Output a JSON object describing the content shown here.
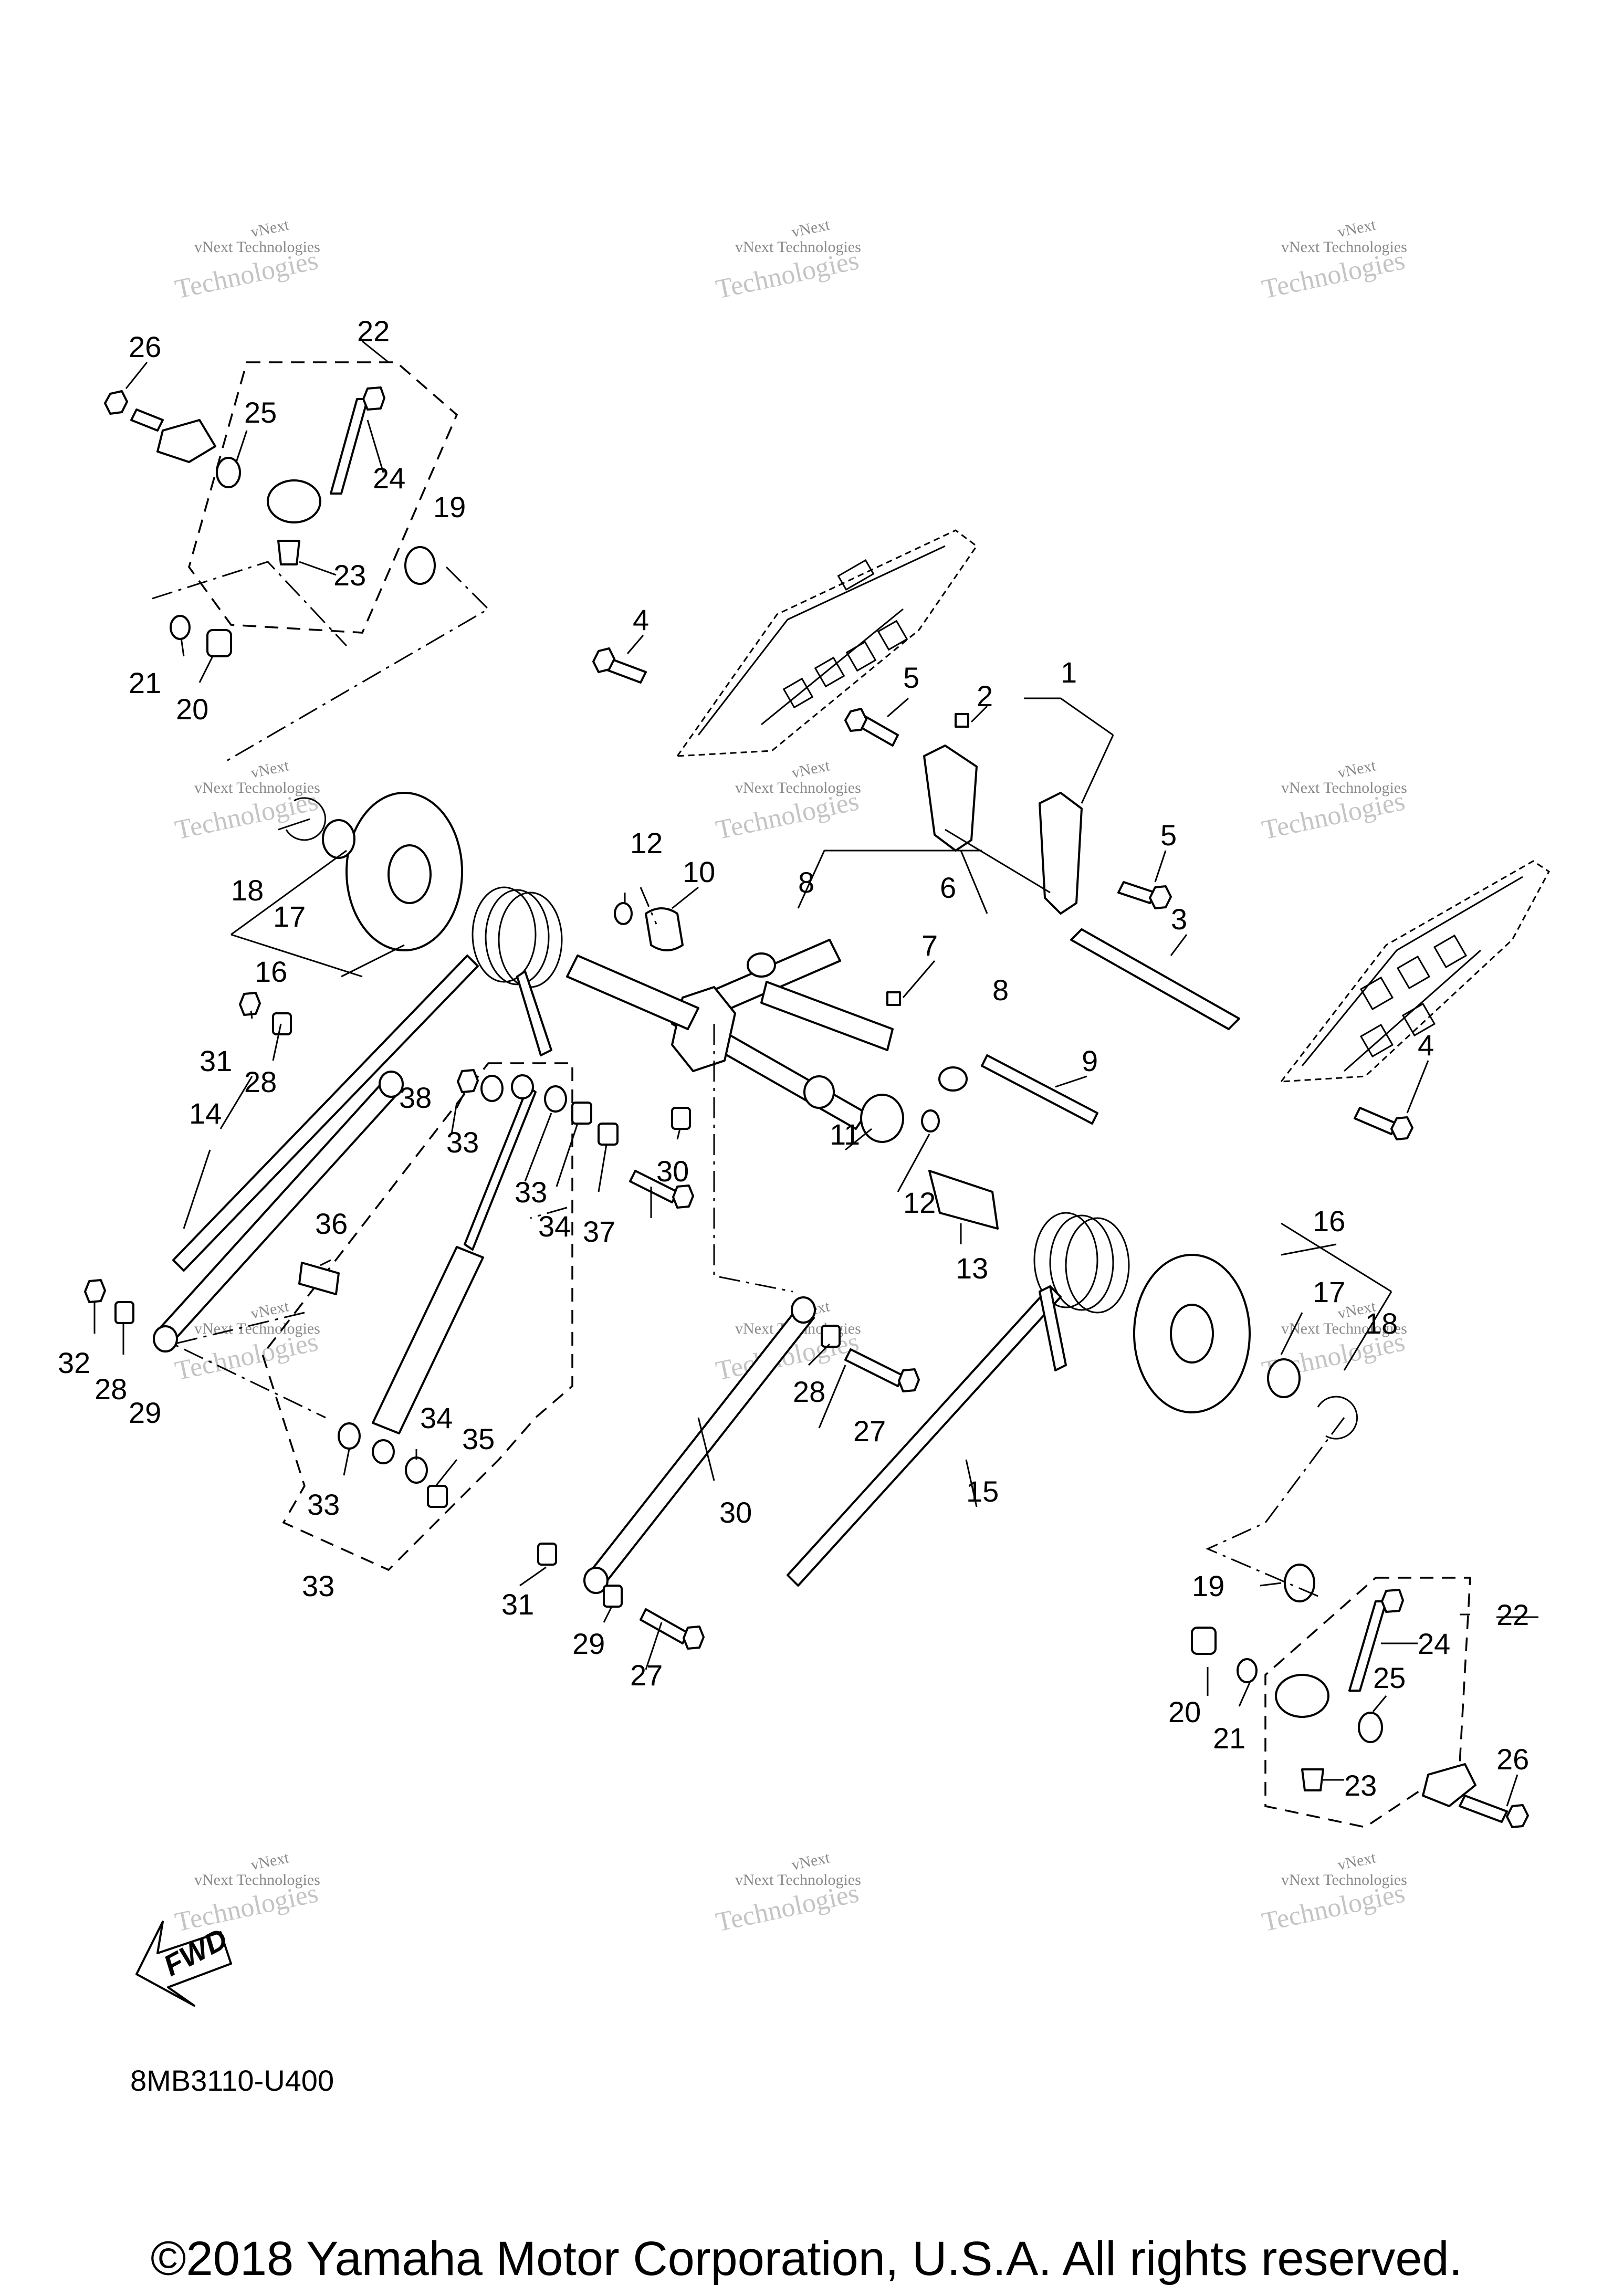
{
  "diagram": {
    "code": "8MB3110-U400",
    "copyright": "©2018 Yamaha Motor Corporation, U.S.A. All rights reserved.",
    "fwd_label": "FWD",
    "watermark_small": "vNext Technologies",
    "watermark_large": "Technologies",
    "watermark_top": "vNext",
    "callouts": [
      "1",
      "2",
      "3",
      "4",
      "4",
      "5",
      "5",
      "6",
      "7",
      "8",
      "8",
      "9",
      "10",
      "11",
      "12",
      "12",
      "13",
      "14",
      "15",
      "16",
      "16",
      "17",
      "17",
      "18",
      "18",
      "19",
      "19",
      "20",
      "20",
      "21",
      "21",
      "22",
      "22",
      "23",
      "23",
      "24",
      "24",
      "25",
      "25",
      "26",
      "26",
      "27",
      "27",
      "28",
      "28",
      "28",
      "29",
      "29",
      "30",
      "30",
      "31",
      "31",
      "32",
      "33",
      "33",
      "33",
      "33",
      "34",
      "34",
      "35",
      "36",
      "37",
      "38"
    ]
  }
}
